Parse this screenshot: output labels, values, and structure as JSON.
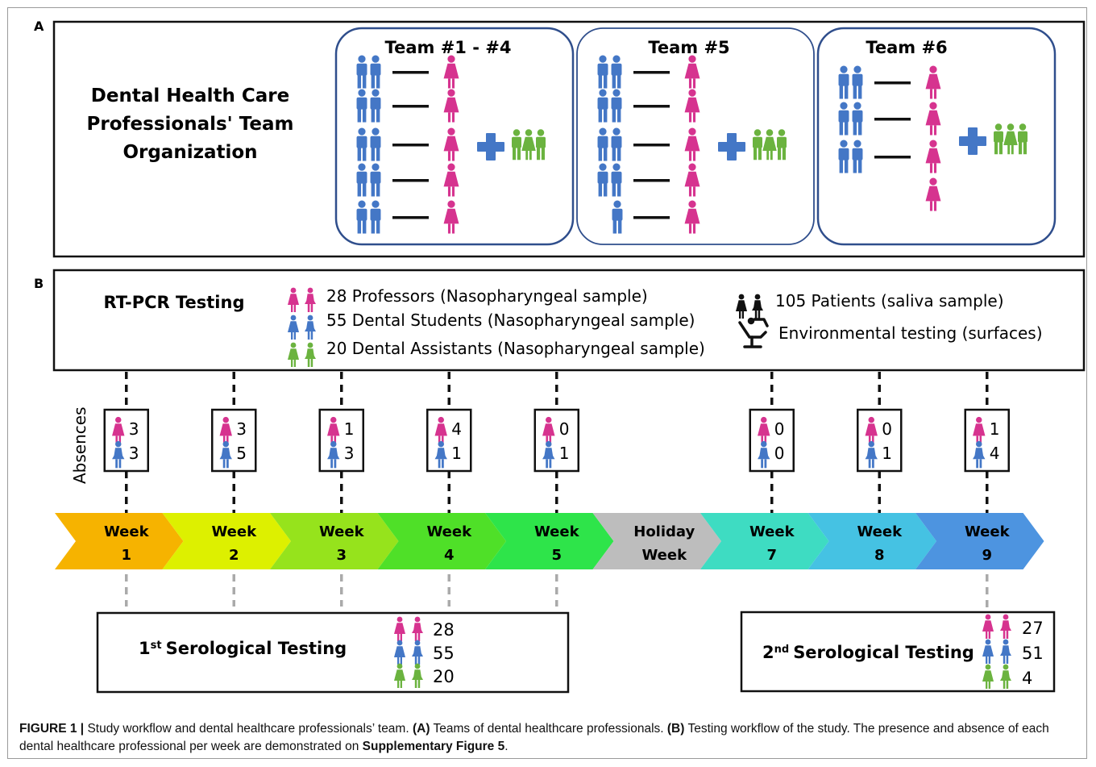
{
  "panel_a": {
    "label": "A",
    "title_lines": [
      "Dental Health Care",
      "Professionals' Team",
      "Organization"
    ],
    "teams": [
      {
        "name": "Team #1 - #4"
      },
      {
        "name": "Team #5"
      },
      {
        "name": "Team #6"
      }
    ]
  },
  "panel_b": {
    "label": "B",
    "rtpcr_title": "RT-PCR Testing",
    "legend_left": [
      "28 Professors (Nasopharyngeal sample)",
      "55 Dental Students (Nasopharyngeal sample)",
      "20 Dental Assistants (Nasopharyngeal sample)"
    ],
    "legend_right": [
      "105 Patients (saliva sample)",
      "Environmental testing (surfaces)"
    ],
    "absences_label": "Absences",
    "absences": [
      {
        "prof": "3",
        "stud": "3"
      },
      {
        "prof": "3",
        "stud": "5"
      },
      {
        "prof": "1",
        "stud": "3"
      },
      {
        "prof": "4",
        "stud": "1"
      },
      {
        "prof": "0",
        "stud": "1"
      },
      {
        "prof": "0",
        "stud": "0"
      },
      {
        "prof": "0",
        "stud": "1"
      },
      {
        "prof": "1",
        "stud": "4"
      }
    ],
    "weeks": [
      {
        "l1": "Week",
        "l2": "1",
        "color": "#F6B300"
      },
      {
        "l1": "Week",
        "l2": "2",
        "color": "#DDF000"
      },
      {
        "l1": "Week",
        "l2": "3",
        "color": "#96E31C"
      },
      {
        "l1": "Week",
        "l2": "4",
        "color": "#4FE028"
      },
      {
        "l1": "Week",
        "l2": "5",
        "color": "#2EE44A"
      },
      {
        "l1": "Holiday",
        "l2": "Week",
        "color": "#BDBDBD"
      },
      {
        "l1": "Week",
        "l2": "7",
        "color": "#3EDCC2"
      },
      {
        "l1": "Week",
        "l2": "8",
        "color": "#45C2E3"
      },
      {
        "l1": "Week",
        "l2": "9",
        "color": "#4D94E0"
      }
    ],
    "sero1": {
      "sup": "st",
      "num": "1",
      "label": "Serological Testing",
      "counts": [
        "28",
        "55",
        "20"
      ]
    },
    "sero2": {
      "sup": "nd",
      "num": "2",
      "label": "Serological Testing",
      "counts": [
        "27",
        "51",
        "4"
      ]
    }
  },
  "colors": {
    "professor": "#D6338F",
    "student": "#4477C6",
    "assistant": "#6BB33F",
    "plus": "#4477C6",
    "frame_blue": "#2F4E8C"
  },
  "caption": {
    "fig": "FIGURE 1 |",
    "text1": " Study workflow and dental healthcare professionals’ team. ",
    "a": "(A)",
    "text2": " Teams of dental healthcare professionals. ",
    "b": "(B)",
    "text3": " Testing workflow of the study. The presence and absence of each dental healthcare professional per week are demonstrated on ",
    "supp": "Supplementary Figure 5",
    "text4": "."
  }
}
